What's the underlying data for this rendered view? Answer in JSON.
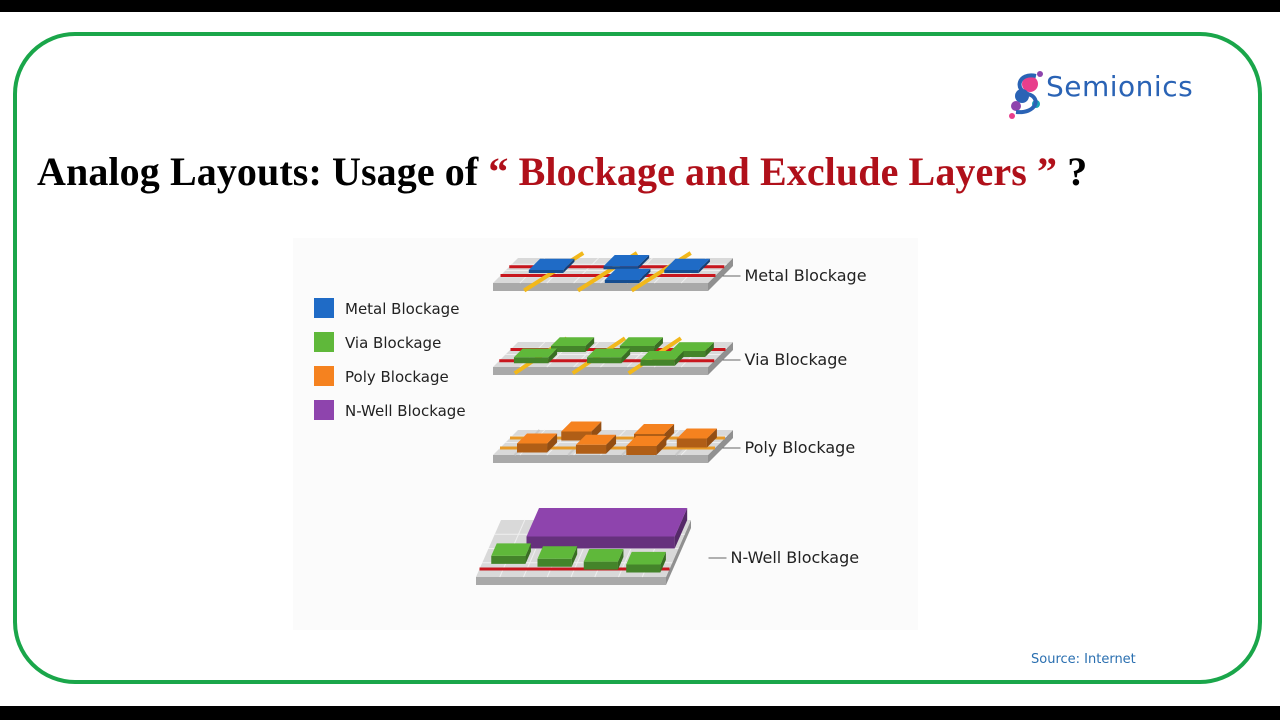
{
  "brand": {
    "name": "Semionics"
  },
  "title": {
    "prefix": "Analog Layouts: Usage of ",
    "highlight": "“ Blockage and Exclude Layers ”",
    "suffix": " ?"
  },
  "legend": [
    {
      "label": "Metal Blockage",
      "color": "#1f6bc6"
    },
    {
      "label": "Via Blockage",
      "color": "#5fb83a"
    },
    {
      "label": "Poly Blockage",
      "color": "#f5821f"
    },
    {
      "label": "N-Well Blockage",
      "color": "#8e44ad"
    }
  ],
  "layers": [
    {
      "label": "Metal Blockage",
      "color": "#1f6bc6"
    },
    {
      "label": "Via Blockage",
      "color": "#5fb83a"
    },
    {
      "label": "Poly Blockage",
      "color": "#f5821f"
    },
    {
      "label": "N-Well Blockage",
      "color": "#8e44ad"
    }
  ],
  "colors": {
    "frame": "#1aa64a",
    "title_accent": "#b0101a",
    "wire_red": "#c8161d",
    "wire_yellow": "#f2b81b",
    "wire_orange": "#e89a28",
    "plate_top": "#d9d9d9",
    "plate_side": "#a9a9a9"
  },
  "source": "Source: Internet"
}
